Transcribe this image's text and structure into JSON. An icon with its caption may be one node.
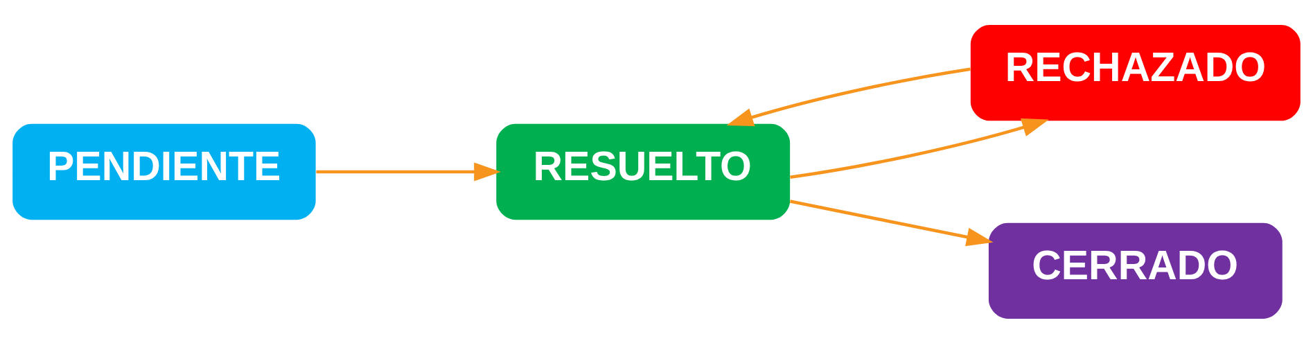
{
  "diagram": {
    "nodes": [
      {
        "text": [
          "PENDIENTE"
        ]
      },
      {
        "text": [
          "RESUELTO"
        ]
      },
      {
        "text": [
          "RECHAZADO"
        ]
      },
      {
        "text": [
          "CERRADO"
        ]
      }
    ],
    "edges": [
      {
        "from": 0,
        "to": 1,
        "arrow": "to"
      },
      {
        "from": 1,
        "to": 2,
        "arrow": "to"
      },
      {
        "from": 2,
        "to": 1,
        "arrow": "to"
      },
      {
        "from": 1,
        "to": 3,
        "arrow": "to"
      }
    ]
  }
}
